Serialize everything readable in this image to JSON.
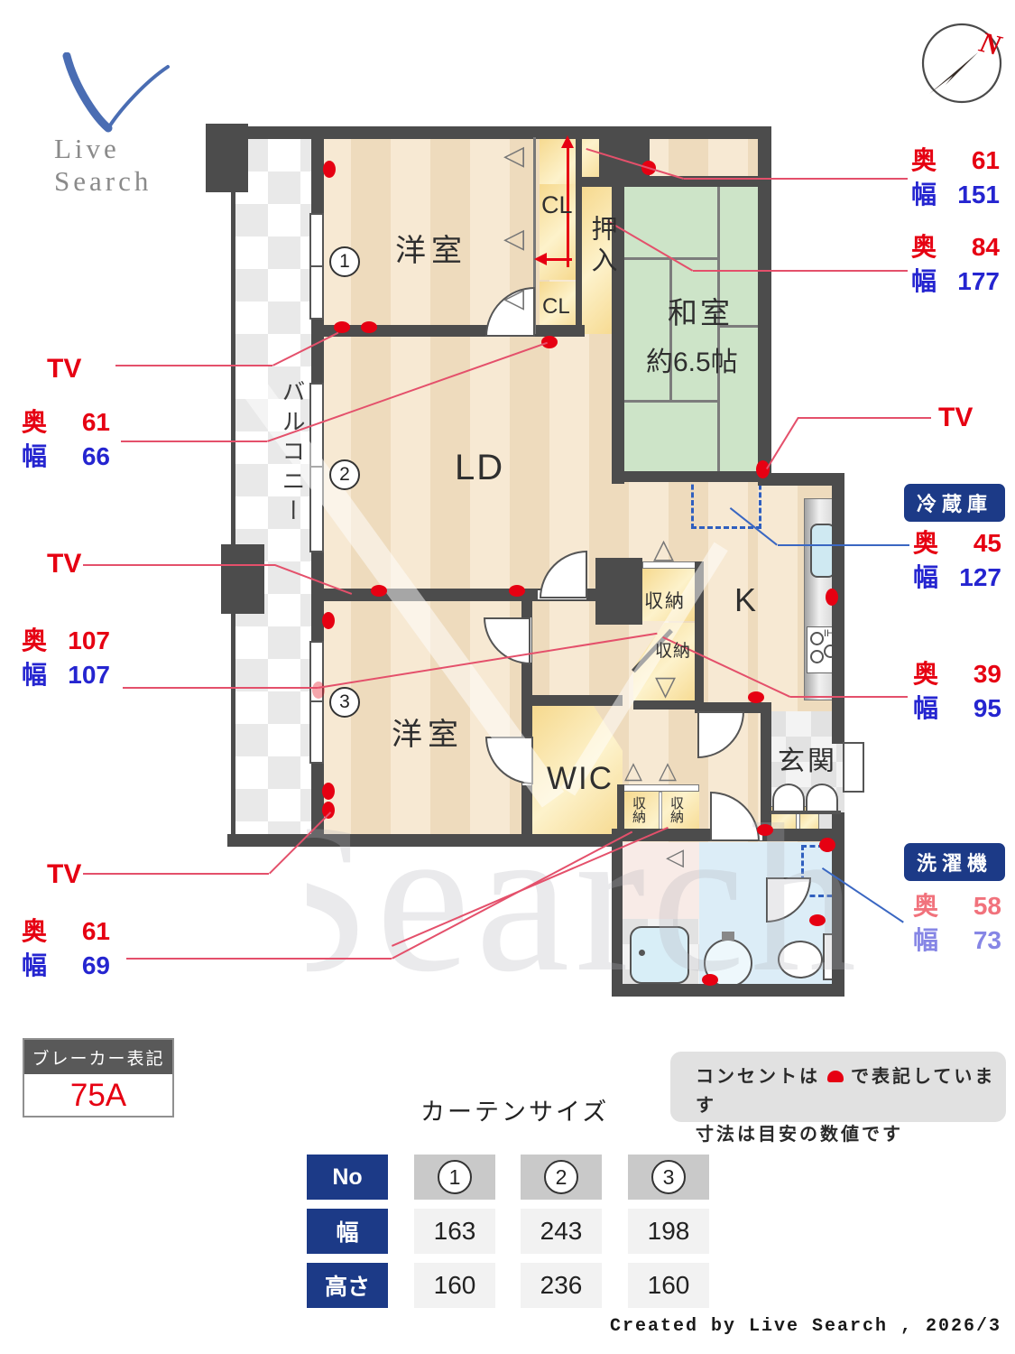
{
  "logo": {
    "brand": "Live Search"
  },
  "compass": {
    "north": "N"
  },
  "rooms": {
    "bedroom1": "洋室",
    "cl_top": "CL",
    "cl_bottom": "CL",
    "oshiire": "押入",
    "washitsu": "和室",
    "washitsu_size": "約6.5帖",
    "balcony": "バルコニー",
    "ld": "LD",
    "kitchen": "K",
    "ih": "IH",
    "storage_upper": "収納",
    "storage_lower": "収納",
    "bedroom2": "洋室",
    "wic": "WIC",
    "storage_a": "収納",
    "storage_b": "収納",
    "genkan": "玄関"
  },
  "markers": [
    "1",
    "2",
    "3"
  ],
  "icons": {
    "folding_door": "◁",
    "folding_door_up": "△",
    "folding_door_down": "▽"
  },
  "annotations": {
    "tv1": "TV",
    "tv2": "TV",
    "tv3": "TV",
    "tv4": "TV",
    "closet151": {
      "k1": "奥",
      "v1": "61",
      "k2": "幅",
      "v2": "151"
    },
    "oshiire177": {
      "k1": "奥",
      "v1": "84",
      "k2": "幅",
      "v2": "177"
    },
    "balcony66": {
      "k1": "奥",
      "v1": "61",
      "k2": "幅",
      "v2": "66"
    },
    "storage107": {
      "k1": "奥",
      "v1": "107",
      "k2": "幅",
      "v2": "107"
    },
    "storage69": {
      "k1": "奥",
      "v1": "61",
      "k2": "幅",
      "v2": "69"
    },
    "fridge": {
      "badge": "冷蔵庫",
      "k1": "奥",
      "v1": "45",
      "k2": "幅",
      "v2": "127"
    },
    "storage95": {
      "k1": "奥",
      "v1": "39",
      "k2": "幅",
      "v2": "95"
    },
    "washer": {
      "badge": "洗濯機",
      "k1": "奥",
      "v1": "58",
      "k2": "幅",
      "v2": "73"
    }
  },
  "breaker": {
    "title": "ブレーカー表記",
    "value": "75A"
  },
  "notes": {
    "line1_before": "コンセントは",
    "line1_after": "で表記しています",
    "line2": "寸法は目安の数値です"
  },
  "curtain": {
    "title": "カーテンサイズ",
    "no_header": "No",
    "width_header": "幅",
    "height_header": "高さ",
    "no": [
      "1",
      "2",
      "3"
    ],
    "width_values": [
      "163",
      "243",
      "198"
    ],
    "height_values": [
      "160",
      "236",
      "160"
    ]
  },
  "credit": "Created by Live Search , 2026/3",
  "watermark": "Search"
}
